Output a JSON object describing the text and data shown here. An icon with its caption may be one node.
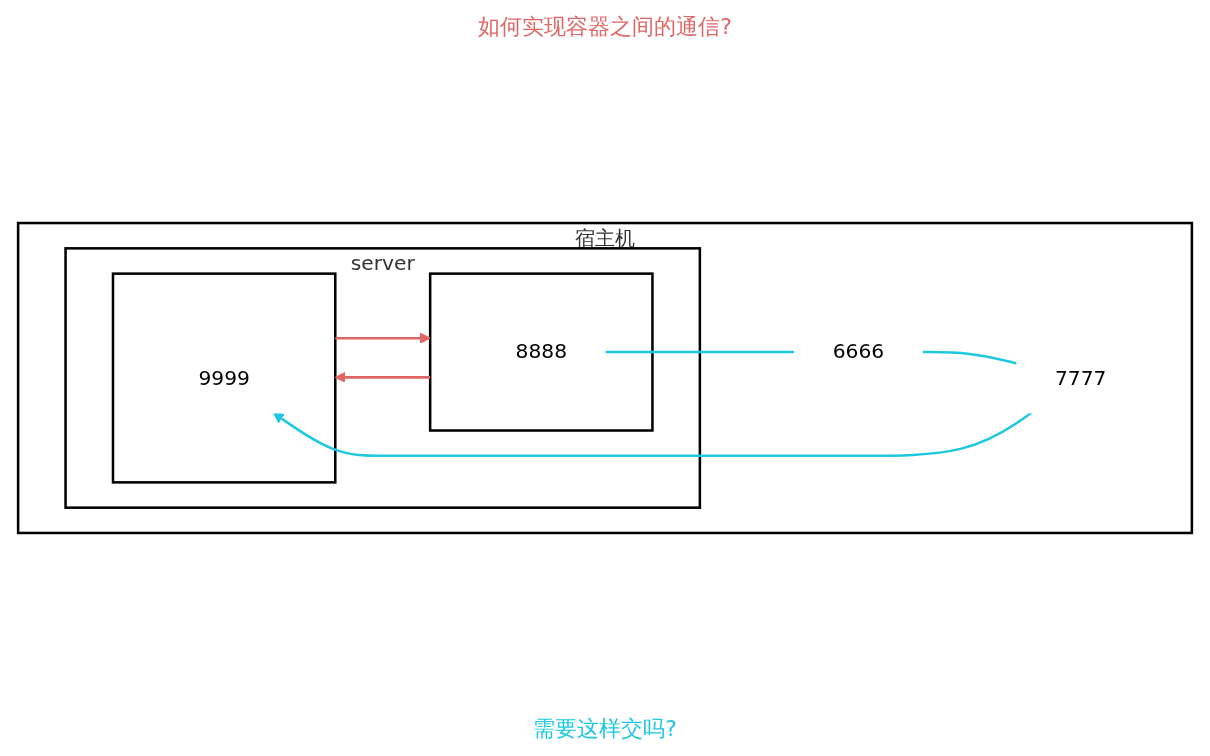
{
  "diagram": {
    "nodes": [
      {
        "text": [
          "宿主机"
        ]
      },
      {
        "text": [
          "server"
        ],
        "in": 0
      },
      {
        "text": [],
        "shape": "box",
        "in": 1
      },
      {
        "text": [
          "8888"
        ],
        "in": 2
      },
      {
        "text": [],
        "shape": "box",
        "in": 1
      },
      {
        "text": [
          "9999"
        ],
        "in": 4
      },
      {
        "text": [
          "6666"
        ],
        "in": 0
      },
      {
        "text": [
          "7777"
        ],
        "in": 0
      }
    ],
    "edges": [
      {
        "from": 2,
        "to": 4,
        "arrow": "to",
        "color": "#e06666"
      },
      {
        "from": 4,
        "to": 2,
        "arrow": "to",
        "color": "#e06666"
      },
      {
        "from": 3,
        "to": 6,
        "arrow": "none",
        "color": "#1ec8e0"
      },
      {
        "from": 6,
        "to": 7,
        "arrow": "none",
        "color": "#1ec8e0"
      },
      {
        "from": 7,
        "to": 5,
        "arrow": "to",
        "color": "#1ec8e0"
      }
    ],
    "labels": [
      "如何实现容器之间的通信?",
      "需要这样交吗?"
    ]
  }
}
